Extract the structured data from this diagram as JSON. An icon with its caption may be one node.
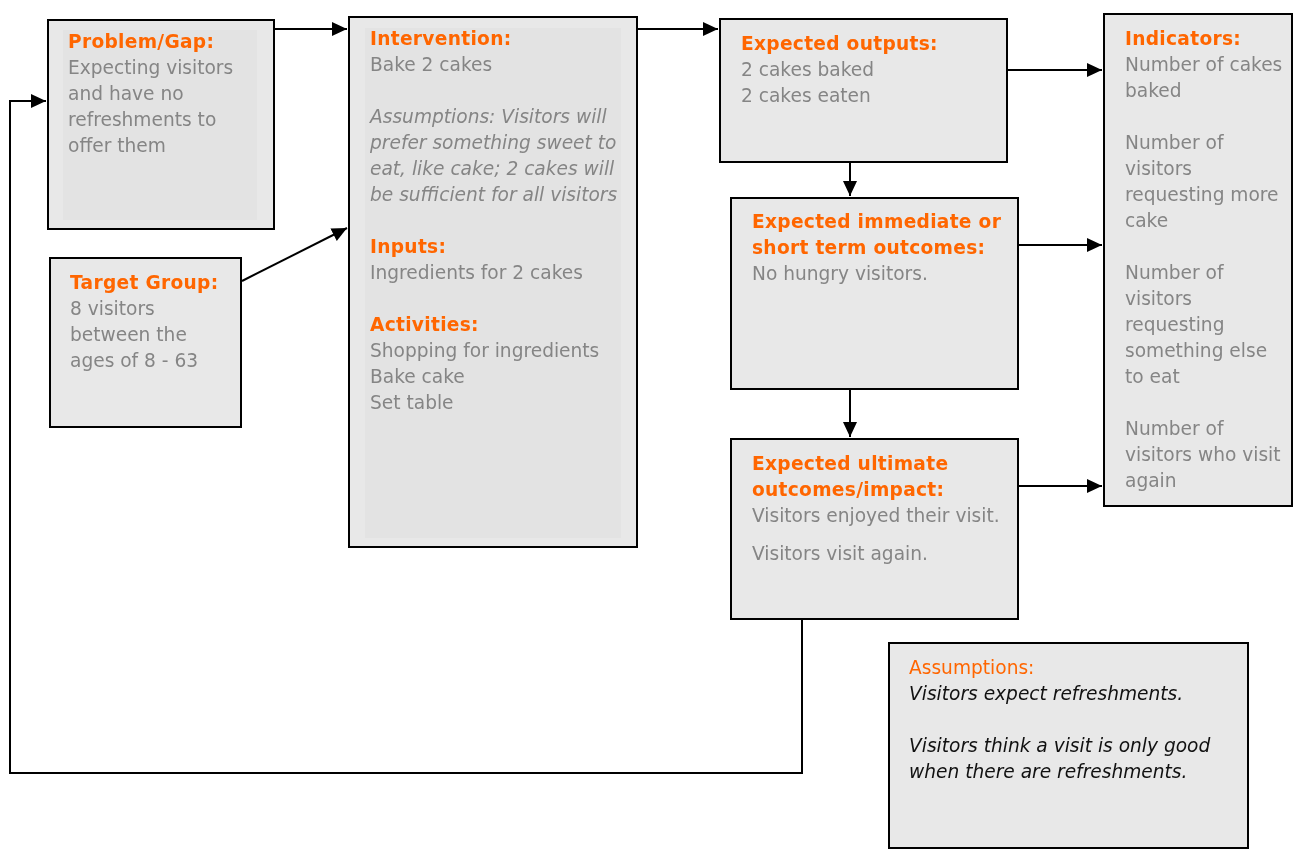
{
  "diagram": {
    "nodes": [
      {
        "text": [
          "Problem/Gap:",
          "Expecting visitors and have no refreshments to offer them"
        ]
      },
      {
        "text": [
          "Target Group:",
          "8 visitors between the ages of 8 - 63"
        ]
      },
      {
        "text": [
          "Intervention:",
          "Bake 2 cakes",
          "Assumptions: Visitors will prefer something sweet to eat, like cake; 2 cakes will be sufficient for all visitors",
          "Inputs:",
          "Ingredients for 2 cakes",
          "Activities:",
          "Shopping for ingredients",
          "Bake cake",
          "Set table"
        ]
      },
      {
        "text": [
          "Expected outputs:",
          "2 cakes baked",
          "2 cakes eaten"
        ]
      },
      {
        "text": [
          "Expected immediate or short term outcomes:",
          "No hungry visitors."
        ]
      },
      {
        "text": [
          "Expected ultimate outcomes/impact:",
          "Visitors enjoyed their visit.",
          "Visitors visit again."
        ]
      },
      {
        "text": [
          "Indicators:",
          "Number of cakes baked",
          "Number of visitors requesting more cake",
          "Number of visitors requesting something else to eat",
          "Number of visitors who visit again"
        ]
      },
      {
        "text": [
          "Assumptions:",
          "Visitors expect refreshments.",
          "Visitors think a visit is only good when there are refreshments."
        ]
      }
    ],
    "edges": [
      {
        "from": 0,
        "to": 2,
        "arrow": "to"
      },
      {
        "from": 1,
        "to": 2,
        "arrow": "to"
      },
      {
        "from": 2,
        "to": 3,
        "arrow": "to"
      },
      {
        "from": 3,
        "to": 6,
        "arrow": "to"
      },
      {
        "from": 3,
        "to": 4,
        "arrow": "to"
      },
      {
        "from": 4,
        "to": 6,
        "arrow": "to"
      },
      {
        "from": 4,
        "to": 5,
        "arrow": "to"
      },
      {
        "from": 5,
        "to": 6,
        "arrow": "to"
      },
      {
        "from": 5,
        "to": 0,
        "arrow": "to"
      }
    ]
  }
}
